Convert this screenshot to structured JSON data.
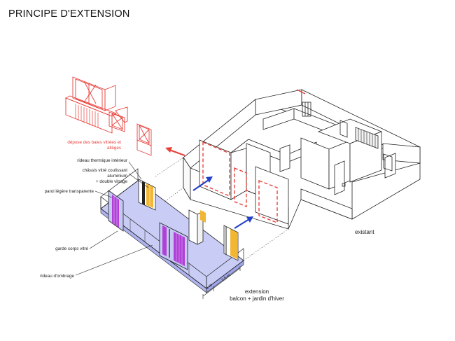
{
  "title": "PRINCIPE D'EXTENSION",
  "labels": {
    "removal_line1": "dépose des baies vitrées et",
    "removal_line2": "allèges",
    "thermal_curtain": "rideau thermique intérieur",
    "frame_line1": "châssis vitré coulissant",
    "frame_line2": "aluminium",
    "frame_line3": "+ double vitrage",
    "light_wall": "paroi légère transparente",
    "glass_railing": "garde corps vitré",
    "shade_curtain": "rideau d'ombrage",
    "existing": "existant",
    "extension_line1": "extension",
    "extension_line2": "balcon + jardin d'hiver",
    "dim_1": "1 m",
    "dim_2": "2,8 m"
  },
  "colors": {
    "removed": "#e8413c",
    "arrow_blue": "#2340c8",
    "arrow_red": "#e8413c",
    "floor": "#c9cdf6",
    "curtain_purple": "#b040d8",
    "curtain_yellow": "#f2b632",
    "line": "#222222"
  }
}
